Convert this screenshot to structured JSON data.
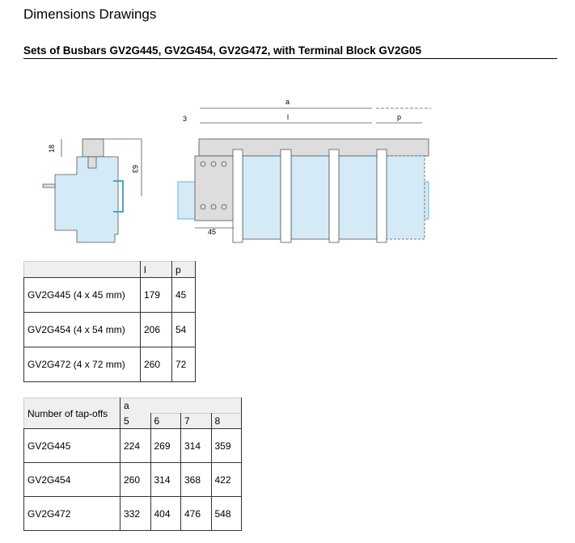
{
  "title": "Dimensions Drawings",
  "subtitle": "Sets of Busbars GV2G445, GV2G454, GV2G472, with Terminal Block GV2G05",
  "drawing": {
    "dims": {
      "d18": "18",
      "d63": "63",
      "d3": "3",
      "a": "a",
      "l": "l",
      "p": "p",
      "d45": "45"
    }
  },
  "table1": {
    "headers": [
      "",
      "l",
      "p"
    ],
    "rows": [
      [
        "GV2G445 (4 x 45 mm)",
        "179",
        "45"
      ],
      [
        "GV2G454 (4 x 54 mm)",
        "206",
        "54"
      ],
      [
        "GV2G472 (4 x 72 mm)",
        "260",
        "72"
      ]
    ]
  },
  "table2": {
    "row_header": "Number of tap-offs",
    "group_header": "a",
    "columns": [
      "5",
      "6",
      "7",
      "8"
    ],
    "rows": [
      [
        "GV2G445",
        "224",
        "269",
        "314",
        "359"
      ],
      [
        "GV2G454",
        "260",
        "314",
        "368",
        "422"
      ],
      [
        "GV2G472",
        "332",
        "404",
        "476",
        "548"
      ]
    ]
  }
}
